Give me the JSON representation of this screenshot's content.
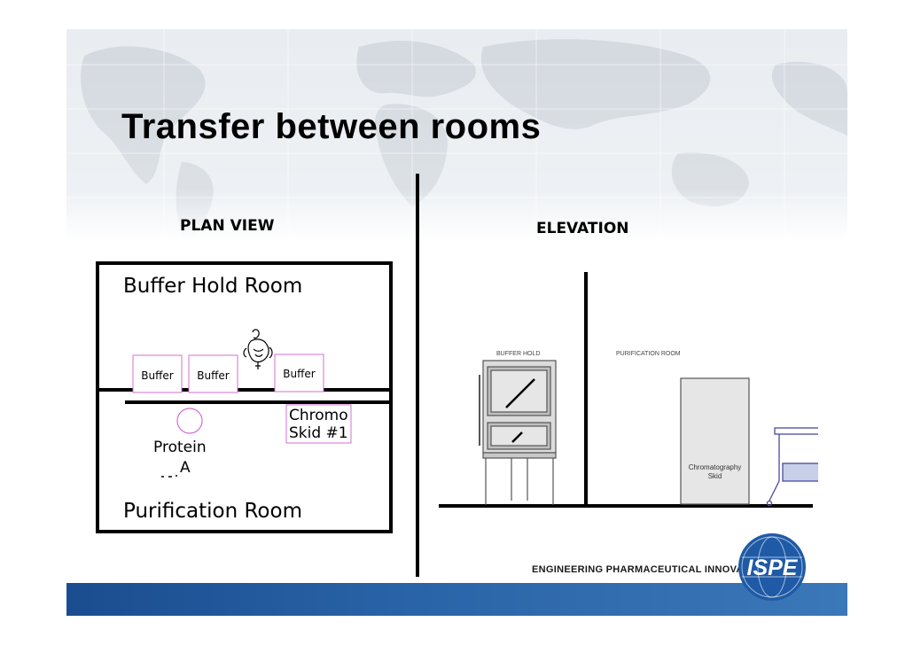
{
  "slide": {
    "title": "Transfer between rooms",
    "colors": {
      "footer": "#2a64a8",
      "pink_outline": "#d070d0",
      "line": "#000000"
    }
  },
  "plan_view": {
    "heading": "PLAN VIEW",
    "top_room": "Buffer Hold Room",
    "bottom_room": "Purification Room",
    "buffers": [
      "Buffer",
      "Buffer",
      "Buffer"
    ],
    "skid_line1": "Chromo",
    "skid_line2": "Skid #1",
    "protein_line1": "Protein",
    "protein_line2": "A"
  },
  "elevation": {
    "heading": "ELEVATION",
    "left_room": "BUFFER HOLD",
    "right_room": "PURIFICATION ROOM",
    "skid_line1": "Chromatography",
    "skid_line2": "Skid"
  },
  "footer": {
    "tagline": "ENGINEERING PHARMACEUTICAL INNOVATION",
    "logo_text": "ISPE"
  }
}
